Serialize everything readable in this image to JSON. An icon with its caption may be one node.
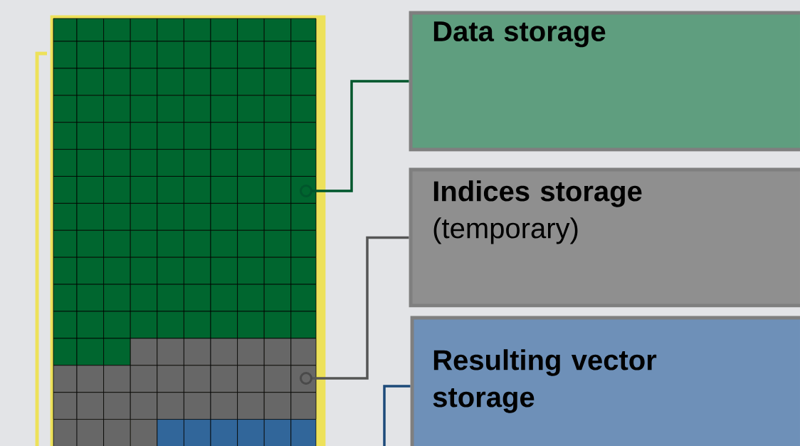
{
  "diagram": {
    "nodes": [
      {
        "text": [],
        "shape": "box"
      },
      {
        "text": [],
        "shape": "circle",
        "in": 0
      },
      {
        "text": [],
        "shape": "circle",
        "in": 0
      },
      {
        "text": [
          "Data storage"
        ]
      },
      {
        "text": [
          "Indices storage",
          "(temporary)"
        ]
      },
      {
        "text": [
          "Resulting vector storage"
        ]
      }
    ],
    "edges": [
      {
        "from": 1,
        "to": 3,
        "arrow": "none",
        "color": "#00562c"
      },
      {
        "from": 2,
        "to": 4,
        "arrow": "none",
        "color": "#555555"
      },
      {
        "from": null,
        "to": 5,
        "arrow": "none",
        "color": "#1d4a7a"
      }
    ]
  }
}
